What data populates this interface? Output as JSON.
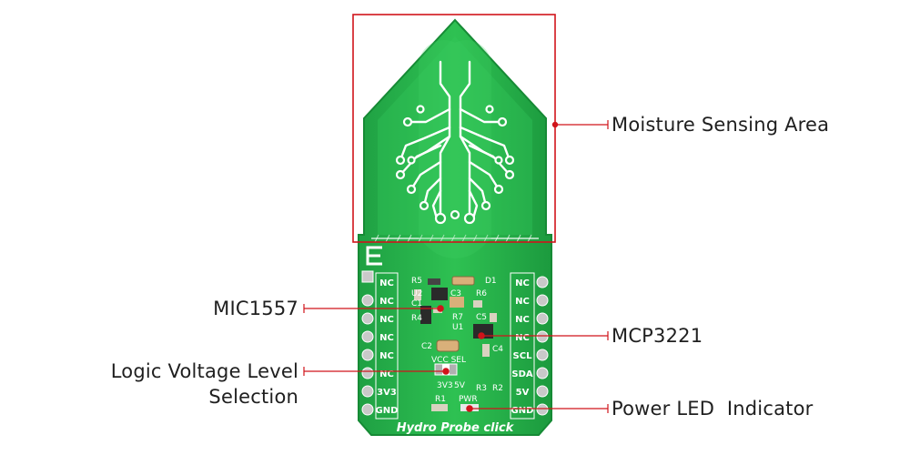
{
  "board": {
    "name": "Hydro Probe click",
    "left_pins": [
      "NC",
      "NC",
      "NC",
      "NC",
      "NC",
      "NC",
      "3V3",
      "GND"
    ],
    "right_pins": [
      "NC",
      "NC",
      "NC",
      "NC",
      "SCL",
      "SDA",
      "5V",
      "GND"
    ],
    "designators": [
      "R5",
      "D1",
      "U2",
      "C3",
      "R6",
      "C1",
      "R4",
      "R7",
      "C5",
      "U1",
      "C2",
      "C4",
      "VCC SEL",
      "3V3",
      "5V",
      "R3",
      "R2",
      "R1",
      "PWR"
    ]
  },
  "callouts": {
    "moisture": "Moisture Sensing Area",
    "mic": "MIC1557",
    "mcp": "MCP3221",
    "logic_line1": "Logic Voltage Level",
    "logic_line2": "Selection",
    "power": "Power LED  Indicator"
  },
  "colors": {
    "pcb": "#2bb34d",
    "pcb_dark": "#1f9a3e",
    "silk": "#ffffff",
    "highlight": "#d0141b",
    "leader": "#d0141b",
    "text": "#1f1f1f"
  }
}
